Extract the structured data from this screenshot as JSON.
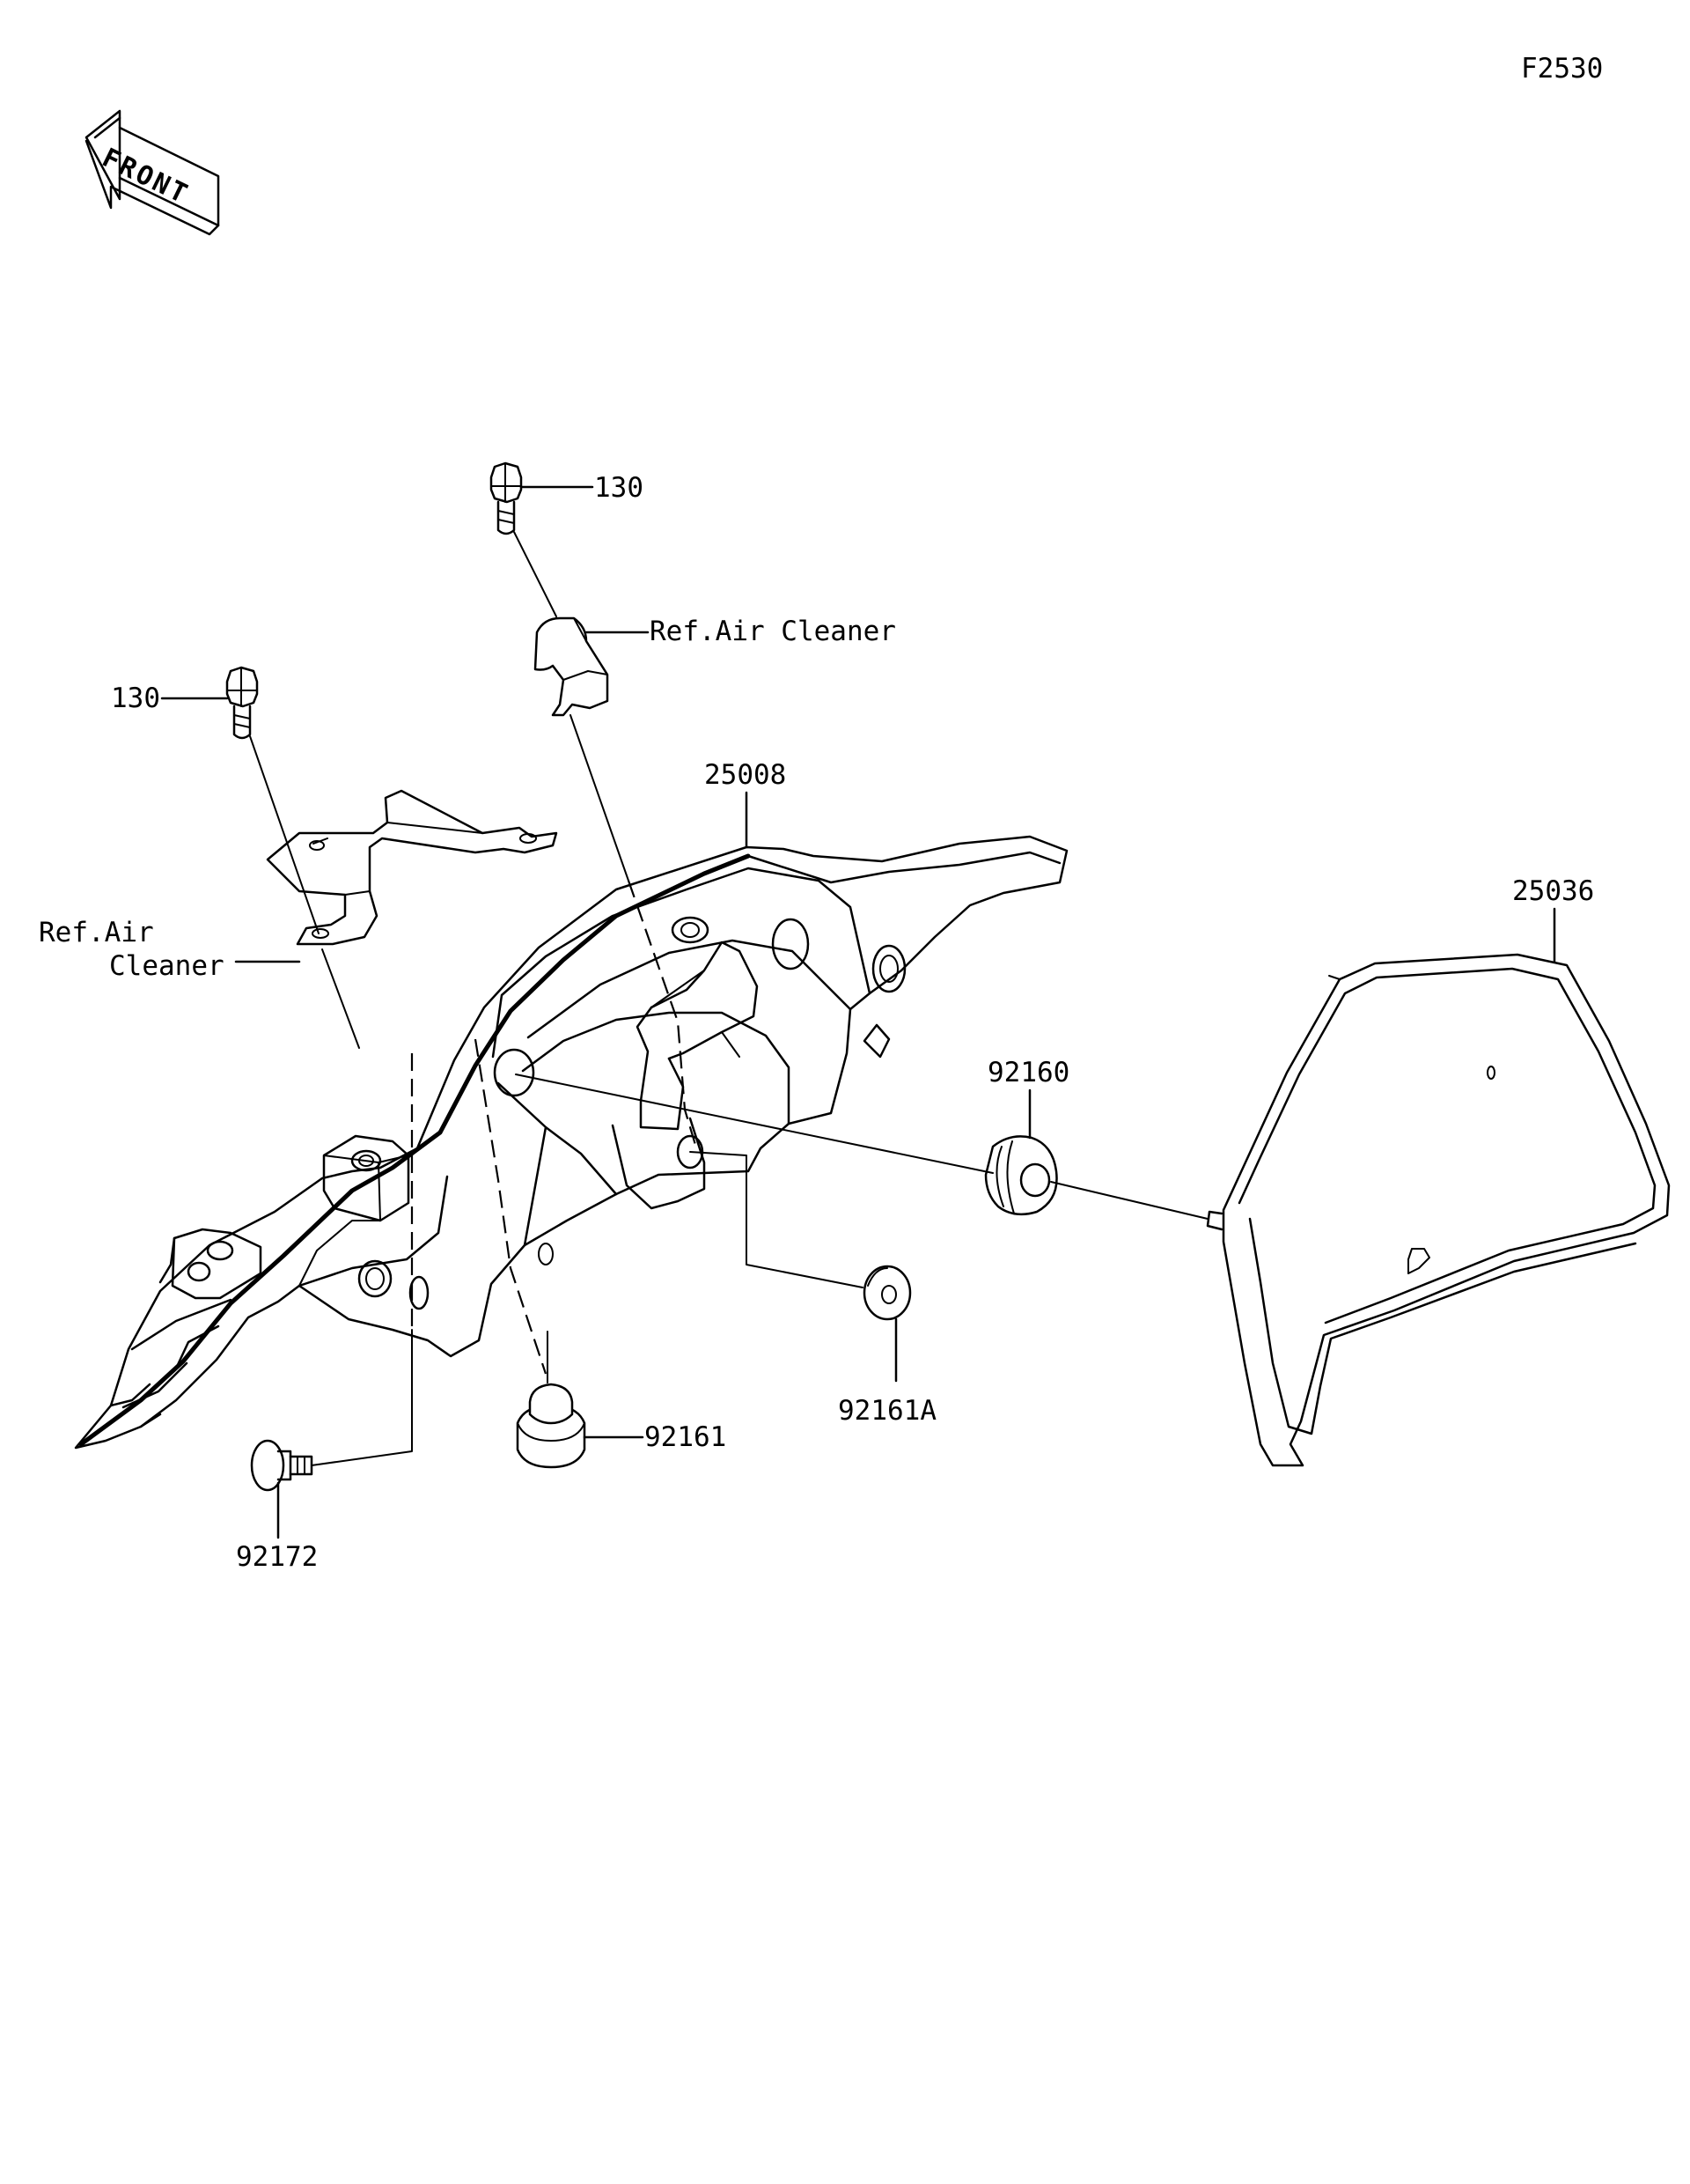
{
  "diagram": {
    "figure_code": "F2530",
    "front_label": "FRONT",
    "colors": {
      "ink": "#000000",
      "background": "#ffffff"
    },
    "callouts": {
      "bolt_top": "130",
      "bolt_left": "130",
      "clamp_ref_line1": "Ref.Air Cleaner",
      "bracket_ref_line1": "Ref.Air",
      "bracket_ref_line2": "Cleaner",
      "bracket_main": "25008",
      "meter_assy": "25036",
      "grommet_right": "92160",
      "washer": "92161A",
      "damper": "92161",
      "bolt_bottom": "92172"
    }
  }
}
